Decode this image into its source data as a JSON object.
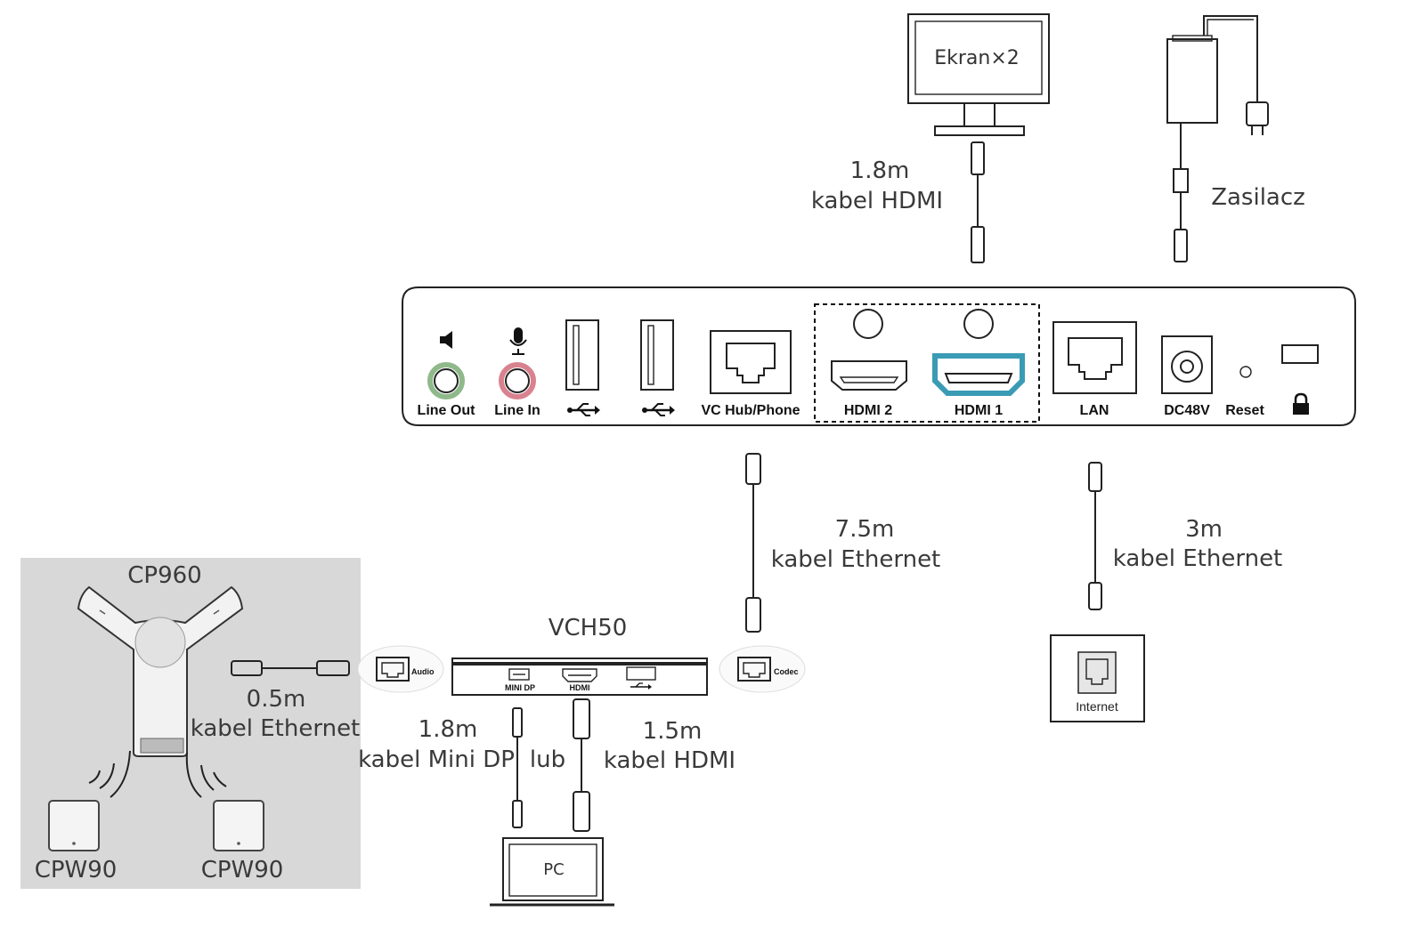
{
  "display": {
    "label": "Ekran×2"
  },
  "power": {
    "label": "Zasilacz"
  },
  "cables": {
    "hdmi_display": {
      "length": "1.8m",
      "type": "kabel HDMI"
    },
    "eth_vch": {
      "length": "7.5m",
      "type": "kabel Ethernet"
    },
    "eth_lan": {
      "length": "3m",
      "type": "kabel Ethernet"
    },
    "eth_cp960": {
      "length": "0.5m",
      "type": "kabel Ethernet"
    },
    "minidp_pc": {
      "length": "1.8m",
      "type": "kabel Mini DP"
    },
    "or": "lub",
    "hdmi_pc": {
      "length": "1.5m",
      "type": "kabel HDMI"
    }
  },
  "codec_ports": {
    "line_out": "Line Out",
    "line_in": "Line In",
    "vc_hub": "VC Hub/Phone",
    "hdmi2": "HDMI 2",
    "hdmi1": "HDMI 1",
    "lan": "LAN",
    "dc48v": "DC48V",
    "reset": "Reset"
  },
  "vch50": {
    "title": "VCH50",
    "mini_dp": "MINI DP",
    "hdmi": "HDMI",
    "audio": "Audio",
    "codec": "Codec"
  },
  "internet": "Internet",
  "pc": "PC",
  "cp960": "CP960",
  "cpw90_left": "CPW90",
  "cpw90_right": "CPW90",
  "colors": {
    "hdmi1_highlight": "#3a9bb5",
    "line_out_ring": "#8fb98a",
    "line_in_ring": "#d9828f",
    "phone_panel": "#d8d8d8"
  }
}
